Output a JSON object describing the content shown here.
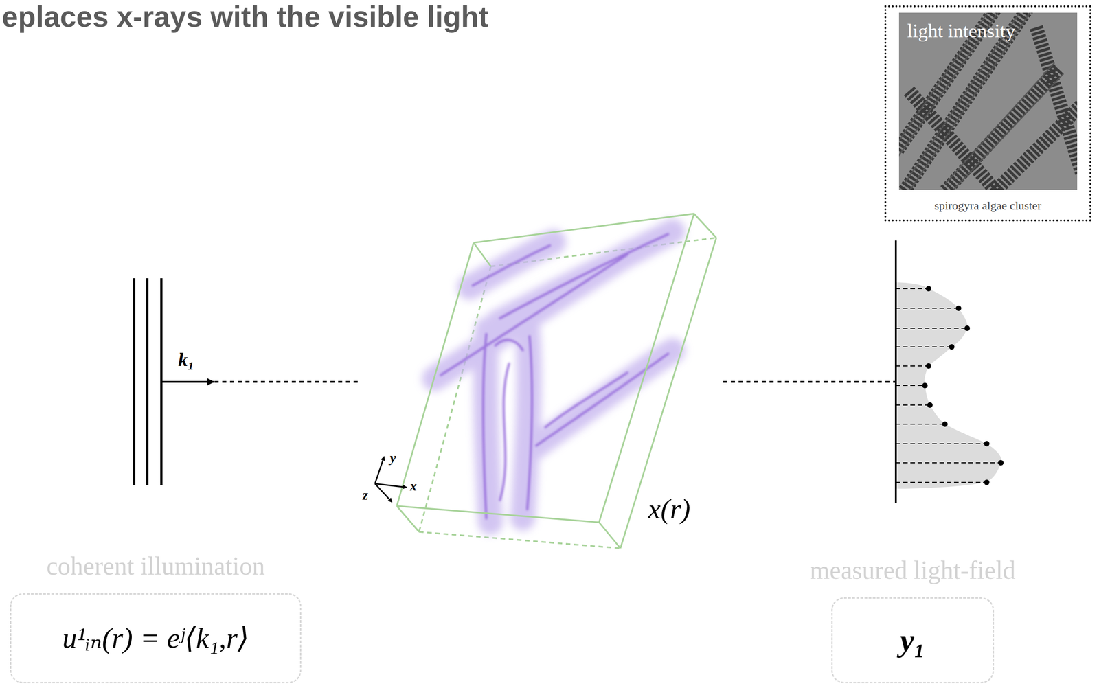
{
  "diagram": {
    "title": "eplaces x-rays with the visible light",
    "nodes": [
      {
        "text": [
          "coherent illumination",
          "u¹ᵢₙ(r) = eʲ⟨k₁,r⟩"
        ]
      },
      {
        "text": [
          "measured light-field",
          "y₁"
        ]
      },
      {
        "text": [
          "light intensity",
          "spirogyra algae cluster"
        ]
      }
    ],
    "labels": [
      "k₁",
      "y",
      "x",
      "z",
      "x(r)"
    ]
  }
}
